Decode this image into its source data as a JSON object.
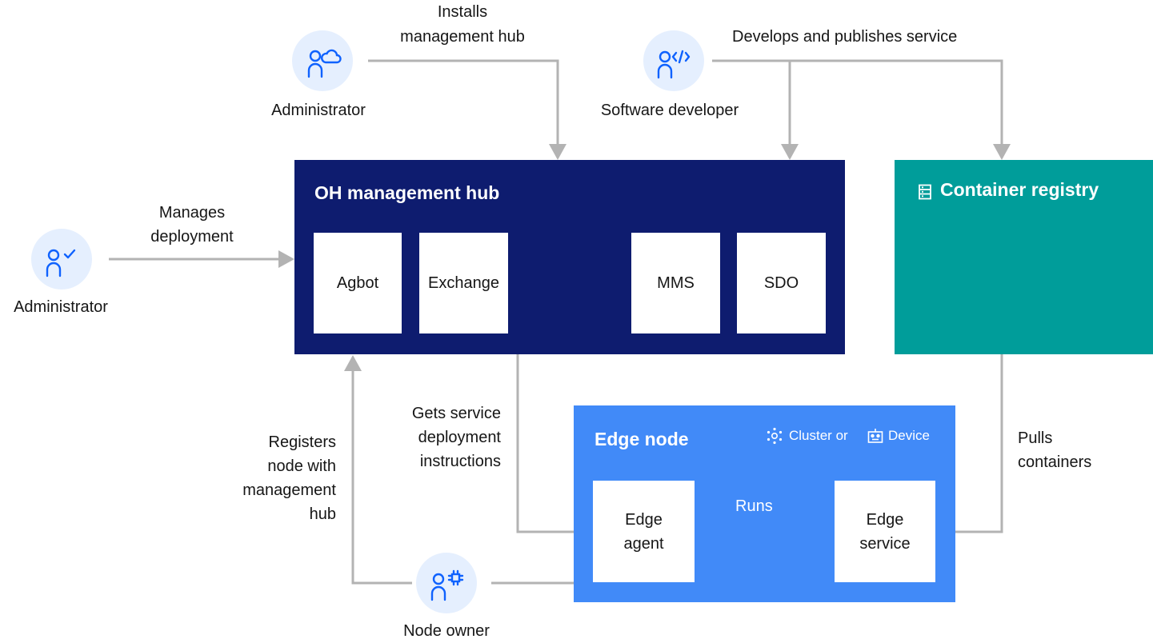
{
  "actors": {
    "admin_top": "Administrator",
    "developer": "Software developer",
    "admin_left": "Administrator",
    "node_owner": "Node owner"
  },
  "edges": {
    "installs": [
      "Installs",
      "management hub"
    ],
    "develops": "Develops and publishes service",
    "manages": [
      "Manages",
      "deployment"
    ],
    "gets": [
      "Gets service",
      "deployment",
      "instructions"
    ],
    "registers": [
      "Registers",
      "node with",
      "management",
      "hub"
    ],
    "pulls": [
      "Pulls",
      "containers"
    ],
    "runs": "Runs"
  },
  "hub": {
    "title": "OH management hub",
    "components": [
      "Agbot",
      "Exchange",
      "MMS",
      "SDO"
    ]
  },
  "registry": {
    "title": "Container registry",
    "icon": "registry-icon"
  },
  "edge_node": {
    "title": "Edge node",
    "cluster_label": "Cluster or",
    "device_label": "Device",
    "agent": [
      "Edge",
      "agent"
    ],
    "service": [
      "Edge",
      "service"
    ]
  },
  "colors": {
    "hub": "#0e1c6f",
    "registry": "#009d9a",
    "edge": "#418af8",
    "connector": "#b3b3b3",
    "icon_blue": "#0f62fe",
    "avatar_bg": "#e5effe"
  }
}
